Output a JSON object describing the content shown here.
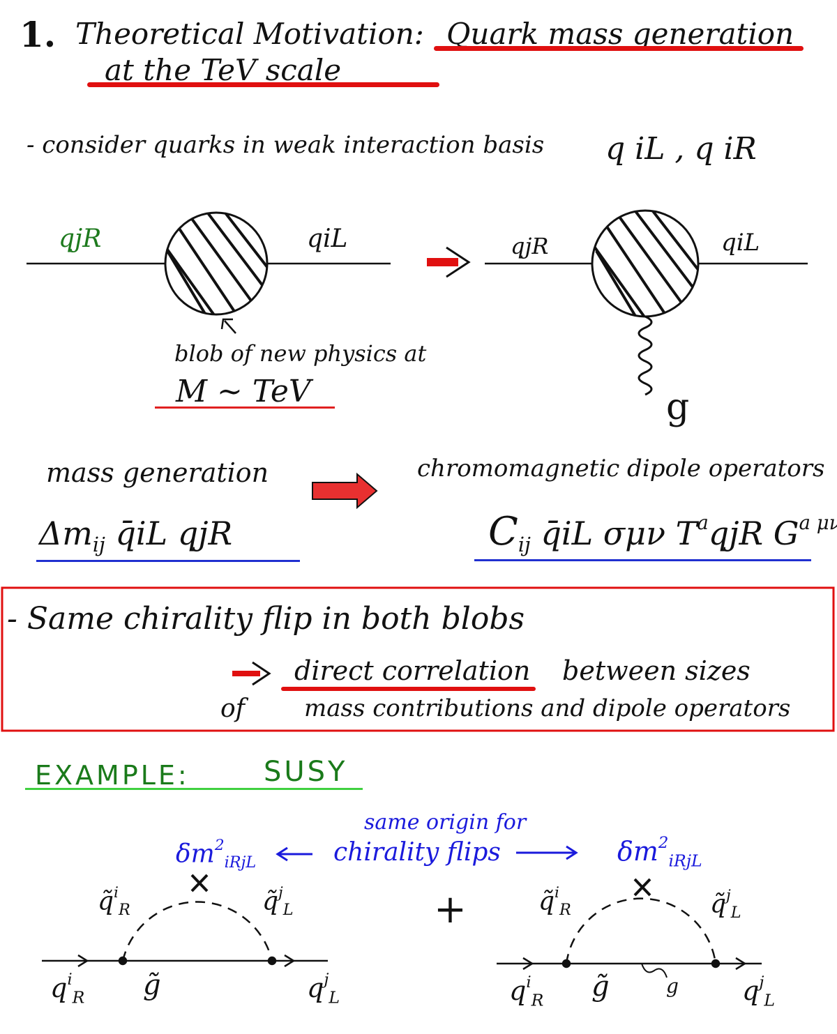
{
  "heading": {
    "number": "1.",
    "title": "Theoretical Motivation:",
    "highlight_line1": "Quark mass generation",
    "highlight_line2": "at the TeV scale"
  },
  "basis_line": {
    "text": "- consider quarks in weak interaction basis",
    "fields": "q iL , q iR"
  },
  "diagram_top": {
    "left_in": "qjR",
    "left_out": "qiL",
    "right_in": "qjR",
    "right_out": "qiL",
    "blob_note": "blob of new physics at",
    "scale": "M ~ TeV",
    "gluon": "g"
  },
  "mass_row": {
    "left_label": "mass generation",
    "right_label": "chromomagnetic dipole operators",
    "mass_term": "Δm",
    "mass_idx": "ij",
    "mass_fields": "q̄iL qjR",
    "dipole_coef": "C",
    "dipole_idx": "ij",
    "dipole_fields": "q̄iL σμν T",
    "dipole_color": "a",
    "dipole_tail": "qjR G",
    "dipole_tail_sup": "a μν"
  },
  "box": {
    "line1": "- Same chirality flip in both blobs",
    "arrow": "⇒",
    "highlight": "direct correlation",
    "line2_rest": "between sizes",
    "line3_of": "of",
    "line3_rest": "mass contributions and dipole operators"
  },
  "example": {
    "label": "EXAMPLE:",
    "model": "SUSY",
    "same_origin": "same origin for",
    "chirality_flips": "chirality flips",
    "insertion_left": "δm",
    "insertion_left_sup": "2",
    "insertion_left_sub": "iRjL",
    "insertion_right": "δm",
    "insertion_right_sup": "2",
    "insertion_right_sub": "iRjL",
    "plus": "+",
    "left_diag": {
      "squark_r": "q̃",
      "squark_r_sup": "i",
      "squark_r_sub": "R",
      "squark_l": "q̃",
      "squark_l_sup": "j",
      "squark_l_sub": "L",
      "quark_in": "q",
      "quark_in_sup": "i",
      "quark_in_sub": "R",
      "gluino": "g̃",
      "quark_out": "q",
      "quark_out_sup": "j",
      "quark_out_sub": "L"
    },
    "right_diag": {
      "squark_r": "q̃",
      "squark_r_sup": "i",
      "squark_r_sub": "R",
      "squark_l": "q̃",
      "squark_l_sup": "j",
      "squark_l_sub": "L",
      "quark_in": "q",
      "quark_in_sup": "i",
      "quark_in_sub": "R",
      "gluino": "g̃",
      "gluon_ext": "g",
      "quark_out": "q",
      "quark_out_sup": "j",
      "quark_out_sub": "L"
    }
  },
  "colors": {
    "red": "#e01010",
    "blue": "#1a1adc",
    "green": "#40d040",
    "ink": "#111111"
  }
}
